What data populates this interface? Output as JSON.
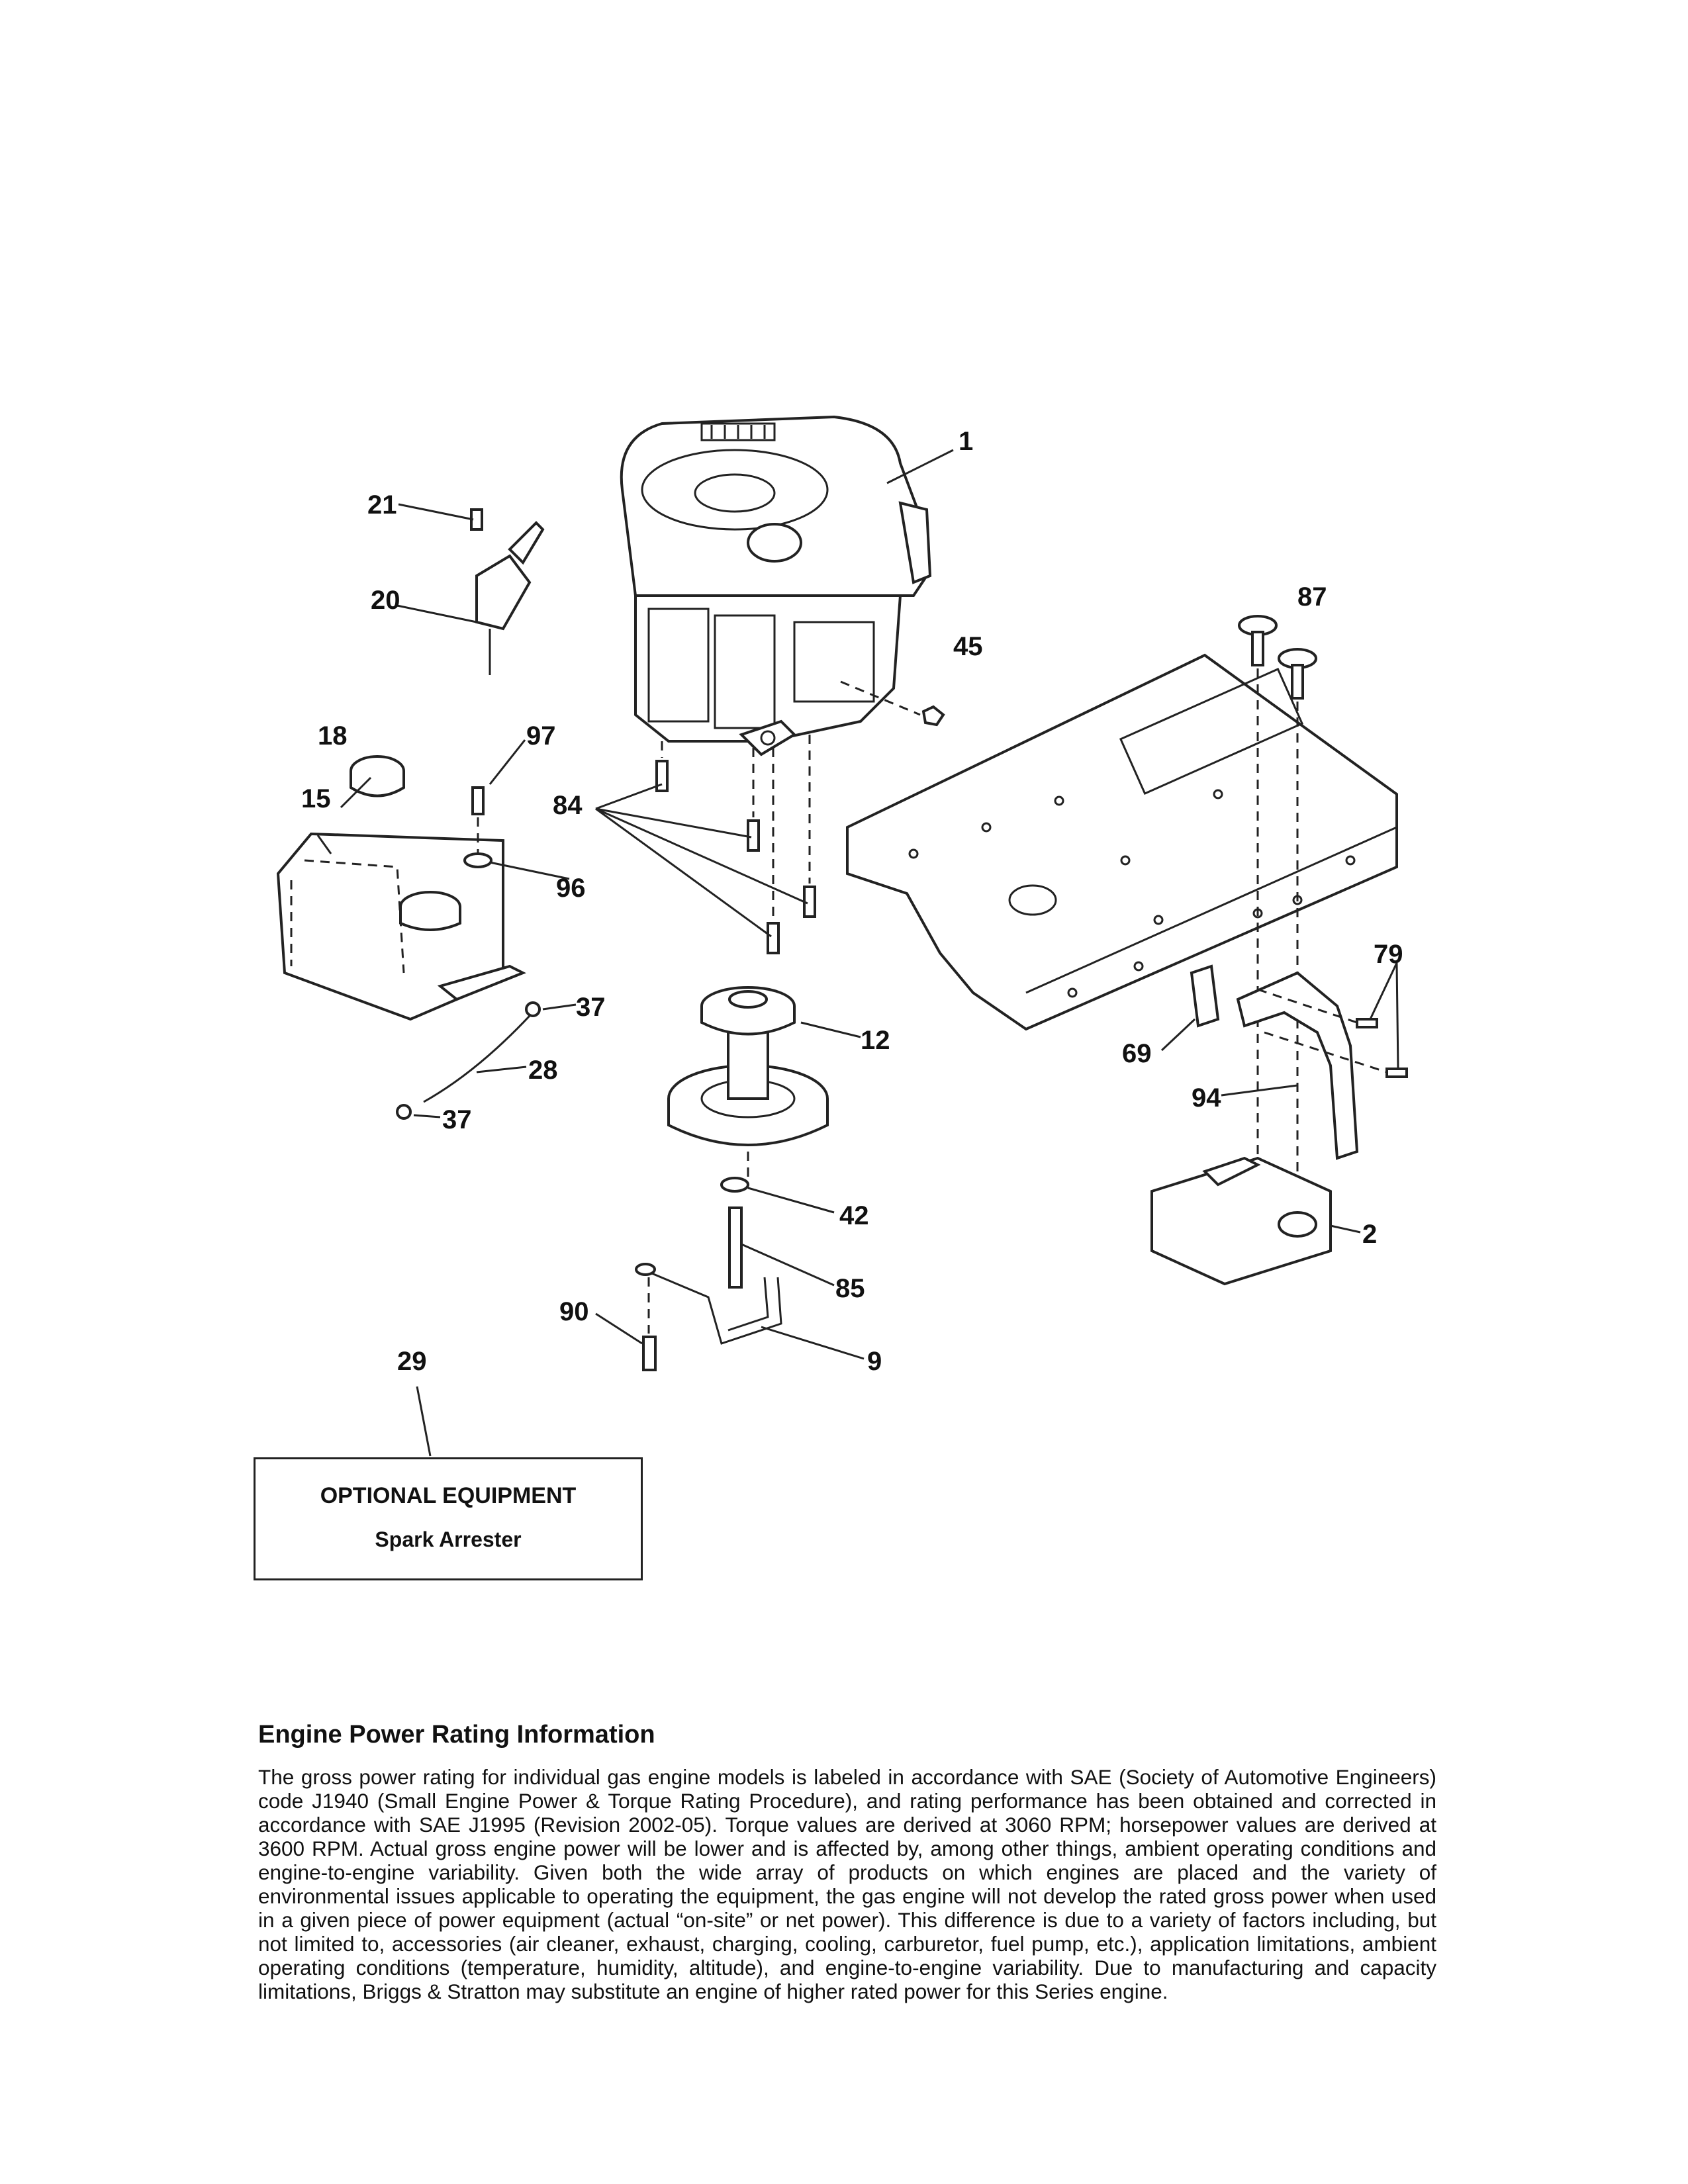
{
  "diagram": {
    "callouts": [
      "1",
      "21",
      "20",
      "45",
      "87",
      "18",
      "97",
      "15",
      "84",
      "96",
      "79",
      "37",
      "12",
      "28",
      "69",
      "94",
      "37",
      "42",
      "2",
      "85",
      "90",
      "9",
      "29"
    ]
  },
  "optional_equipment": {
    "title": "OPTIONAL EQUIPMENT",
    "item": "Spark Arrester"
  },
  "engine_info": {
    "heading": "Engine Power Rating Information",
    "body": "The gross power rating for individual gas engine models is labeled in accordance with SAE (Society of Automotive Engineers) code J1940 (Small Engine Power & Torque Rating Procedure), and rating performance has been obtained and corrected in accordance with SAE J1995 (Revision 2002-05). Torque values are derived at 3060 RPM; horsepower values are derived at 3600 RPM. Actual gross engine power will be lower and is affected by, among other things, ambient operating conditions and engine-to-engine variability. Given both the wide array of products on which engines are placed and the variety of environmental issues applicable to operating the equipment, the gas engine will not develop the rated gross power when used in a given piece of power equipment (actual “on-site” or net power). This difference is due to a variety of factors including, but not limited to, accessories (air cleaner, exhaust, charging, cooling, carburetor, fuel pump, etc.), application limitations, ambient operating conditions (temperature, humidity, altitude), and engine-to-engine variability. Due to manufacturing and capacity limitations, Briggs & Stratton may substitute an engine of higher rated power for this Series engine."
  }
}
